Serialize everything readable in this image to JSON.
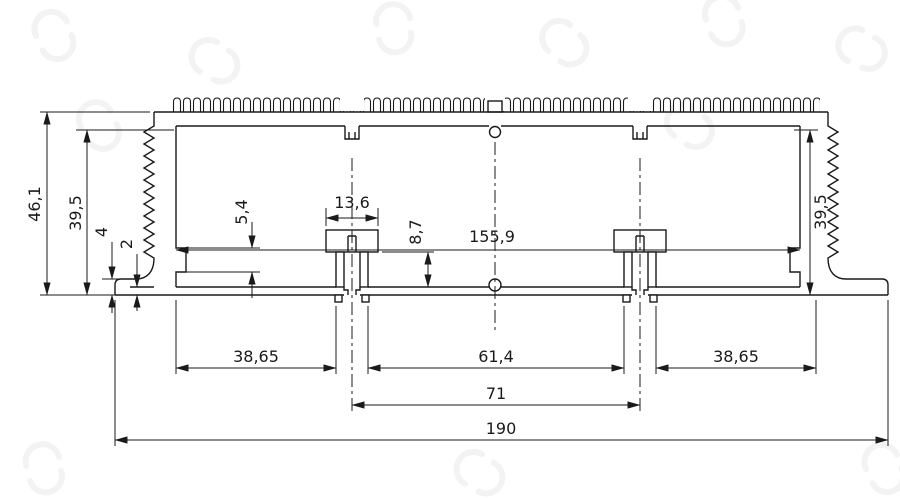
{
  "drawing": {
    "type": "technical cross-section of aluminum extrusion enclosure profile",
    "units_style": "decimal comma"
  },
  "dimensions": {
    "overall_height": "46,1",
    "left_inner_height": "39,5",
    "flange_thickness": "4",
    "lip_thickness": "2",
    "step_height": "5,4",
    "boss_top_width": "13,6",
    "boss_height": "8,7",
    "inner_width": "155,9",
    "right_inner_height": "39,5",
    "bottom_left_span": "38,65",
    "bottom_center_span": "61,4",
    "bottom_right_span": "38,65",
    "boss_centers_span": "71",
    "overall_width": "190"
  }
}
